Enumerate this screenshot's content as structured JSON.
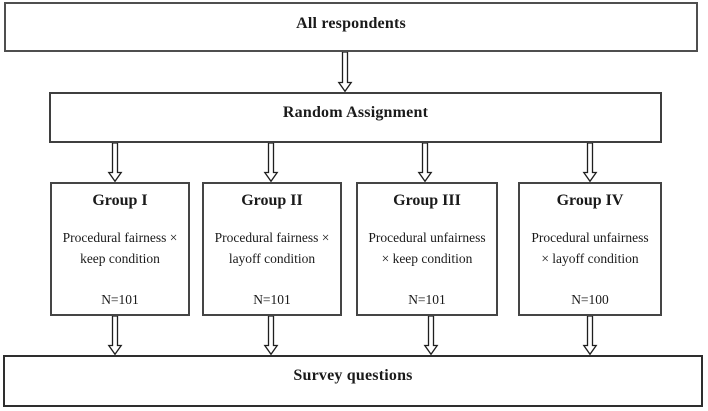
{
  "diagram": {
    "title_note": "flow diagram of survey experimental design",
    "top_box": {
      "label": "All respondents"
    },
    "assignment_box": {
      "label": "Random Assignment"
    },
    "groups": [
      {
        "title": "Group I",
        "condition_line1": "Procedural fairness ×",
        "condition_line2": "keep condition",
        "sample_size": "N=101"
      },
      {
        "title": "Group II",
        "condition_line1": "Procedural fairness ×",
        "condition_line2": "layoff condition",
        "sample_size": "N=101"
      },
      {
        "title": "Group III",
        "condition_line1": "Procedural unfairness",
        "condition_line2": "× keep condition",
        "sample_size": "N=101"
      },
      {
        "title": "Group IV",
        "condition_line1": "Procedural unfairness",
        "condition_line2": "× layoff condition",
        "sample_size": "N=100"
      }
    ],
    "bottom_box": {
      "label": "Survey questions"
    },
    "colors": {
      "background": "#ffffff",
      "border": "#3f3f3f",
      "text": "#1a1a1a"
    }
  }
}
